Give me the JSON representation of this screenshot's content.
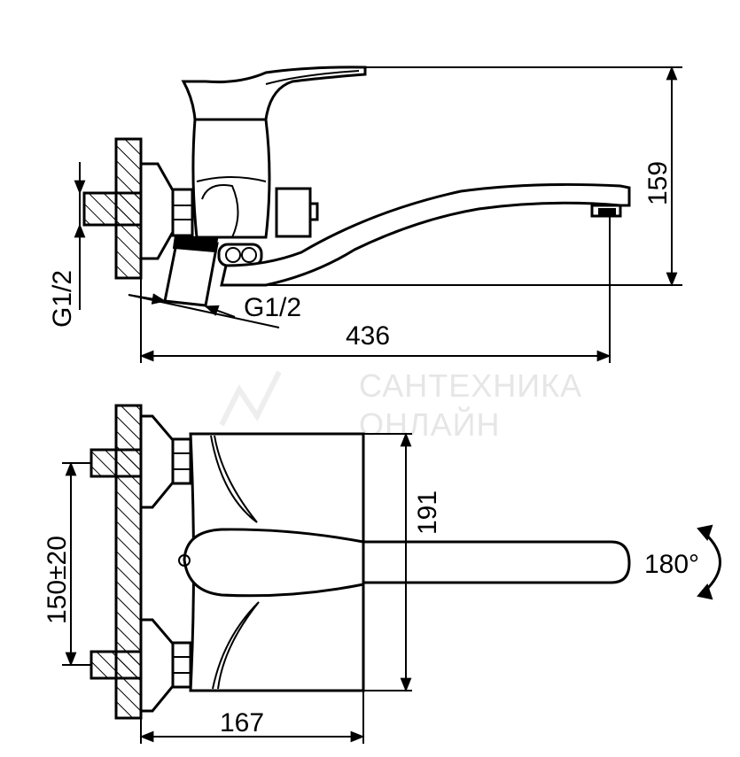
{
  "watermark": {
    "line1": "САНТЕХНИКА",
    "line2": "ОНЛАЙН"
  },
  "top_view": {
    "thread_label_vertical": "G1/2",
    "thread_label_angled": "G1/2",
    "height_label": "159",
    "length_label": "436"
  },
  "side_view": {
    "spacing_label": "150±20",
    "height_label": "191",
    "rotation_label": "180°",
    "depth_label": "167"
  }
}
